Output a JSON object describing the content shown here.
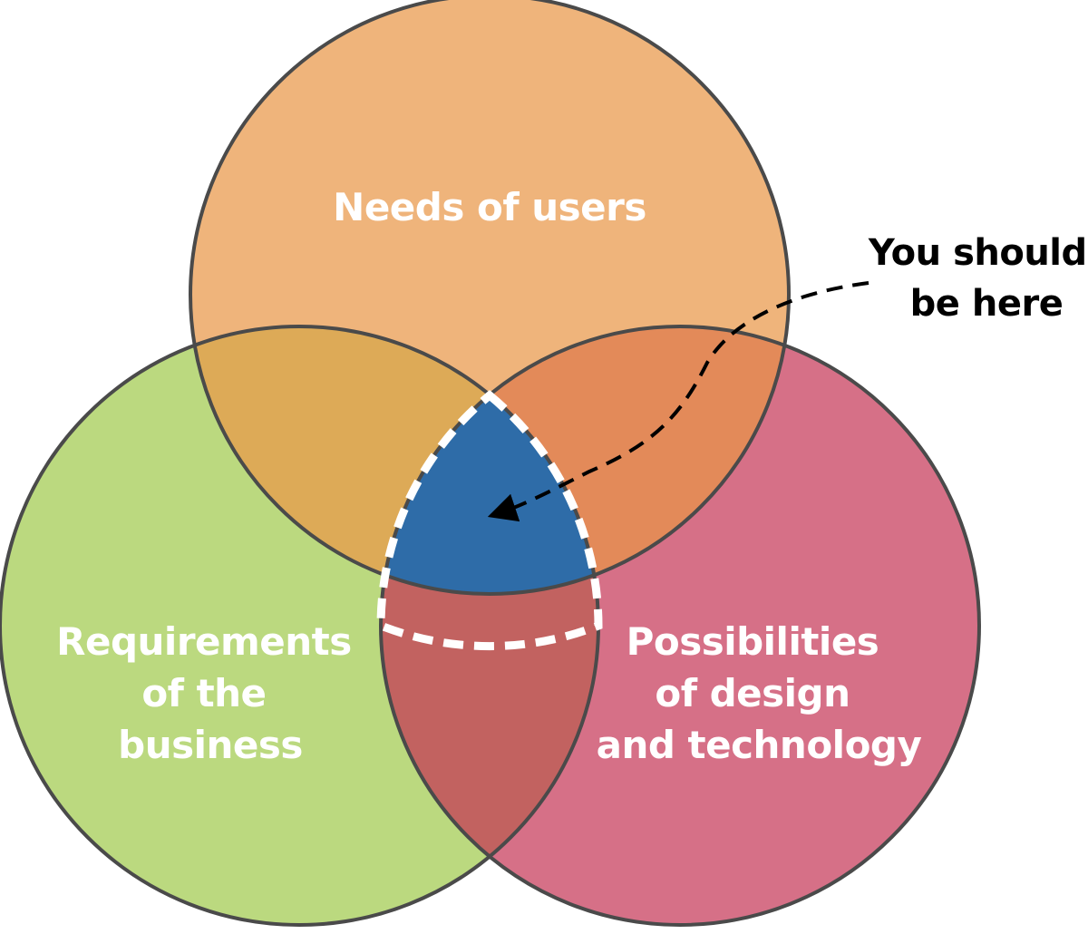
{
  "diagram": {
    "circles": {
      "users": {
        "label_lines": [
          "Needs of users"
        ],
        "fill": "#EFB47B"
      },
      "business": {
        "label_lines": [
          "Requirements",
          "of the",
          "business"
        ],
        "fill": "#BBD97F"
      },
      "tech": {
        "label_lines": [
          "Possibilities",
          "of design",
          "and technology"
        ],
        "fill": "#D67087"
      }
    },
    "overlaps": {
      "users_business": {
        "fill": "#DDAA57"
      },
      "users_tech": {
        "fill": "#E38A59"
      },
      "business_tech": {
        "fill": "#C26260"
      },
      "center": {
        "fill": "#2E6CA8"
      }
    },
    "outline_color": "#4A4A4A",
    "callout": {
      "lines": [
        "You should",
        "be here"
      ],
      "color": "#000000"
    }
  }
}
